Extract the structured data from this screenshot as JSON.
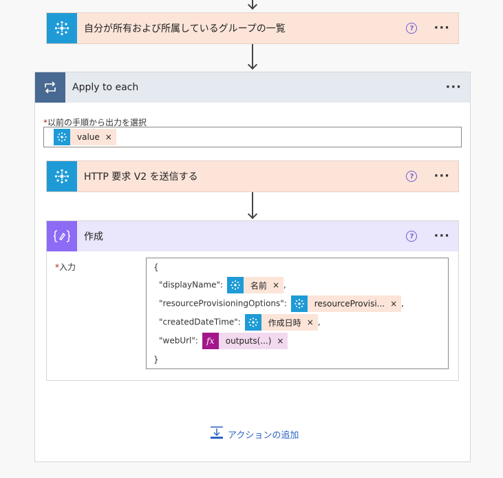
{
  "action1": {
    "title": "自分が所有および所属しているグループの一覧"
  },
  "apply": {
    "title": "Apply to each",
    "select_label": "以前の手順から出力を選択",
    "token": "value"
  },
  "http": {
    "title": "HTTP 要求 V2 を送信する"
  },
  "compose": {
    "title": "作成",
    "input_label": "入力",
    "open_brace": "{",
    "close_brace": "}",
    "lines": [
      {
        "key": "\"displayName\":",
        "token": "名前",
        "suffix": ","
      },
      {
        "key": "\"resourceProvisioningOptions\":",
        "token": "resourceProvisi...",
        "suffix": ","
      },
      {
        "key": "\"createdDateTime\":",
        "token": "作成日時",
        "suffix": ","
      },
      {
        "key": "\"webUrl\":",
        "token": "outputs(...)",
        "suffix": ""
      }
    ]
  },
  "add_action": {
    "label": "アクションの追加"
  },
  "common": {
    "help": "?",
    "more": "···",
    "close": "×",
    "required": "*",
    "fx": "fx"
  },
  "colors": {
    "connector_blue": "#1e9bd7",
    "header_peach": "#fce4d9",
    "apply_header": "#e5e9f0",
    "compose_purple": "#8d6bf5",
    "compose_header": "#eae6fb",
    "fx_magenta": "#a3178a",
    "link_blue": "#2a64c5"
  }
}
